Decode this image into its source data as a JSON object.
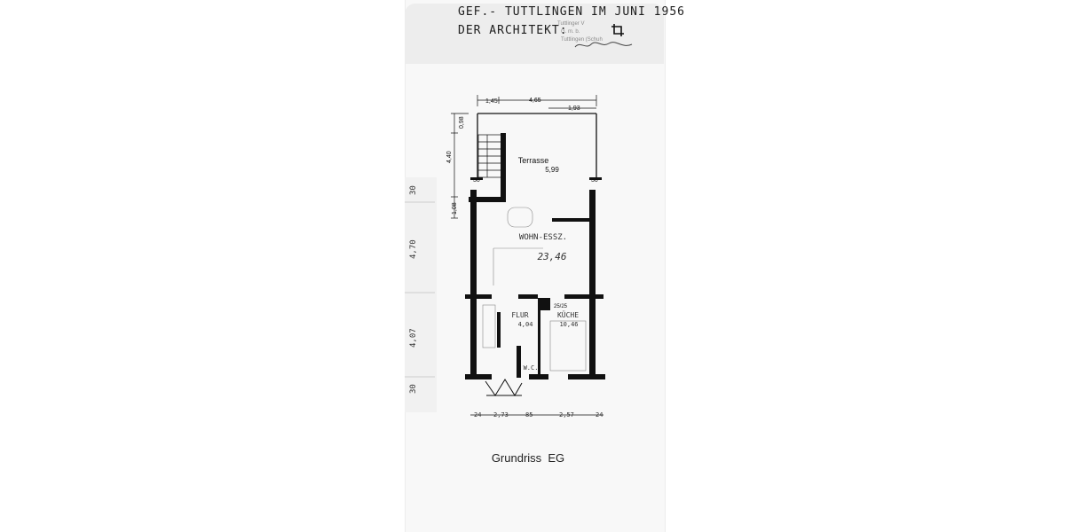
{
  "header": {
    "line1": "GEF.- TUTTLINGEN IM JUNI 1956",
    "line2": "DER ARCHITEKT:",
    "stamp": [
      "Tuttlinger V",
      "G. m. b.",
      "Tuttlingen (Schuh"
    ]
  },
  "dimensions": {
    "top": [
      "1,45",
      "4,65",
      "1,93"
    ],
    "left": [
      "0,98",
      "4,40",
      "1,08"
    ],
    "wall_marks": [
      "30",
      "30"
    ],
    "chimney": "25/25",
    "margin_left": [
      "30",
      "4,70",
      "4,07",
      "30"
    ],
    "bottom": [
      "24",
      "2,73",
      "85",
      "2,57",
      "24"
    ]
  },
  "rooms": {
    "terrace_name": "Terrasse",
    "terrace_area": "5,99",
    "living_name": "WOHN-ESSZ.",
    "living_area": "23,46",
    "hall_name": "FLUR",
    "hall_area": "4,04",
    "kitchen_name": "KÜCHE",
    "kitchen_area": "10,46",
    "wc_name": "W.C."
  },
  "caption": "Grundriss  EG",
  "colors": {
    "wall": "#111111",
    "paper": "#f8f8f8",
    "header": "#ededed"
  },
  "icons": [
    "crop-icon"
  ]
}
